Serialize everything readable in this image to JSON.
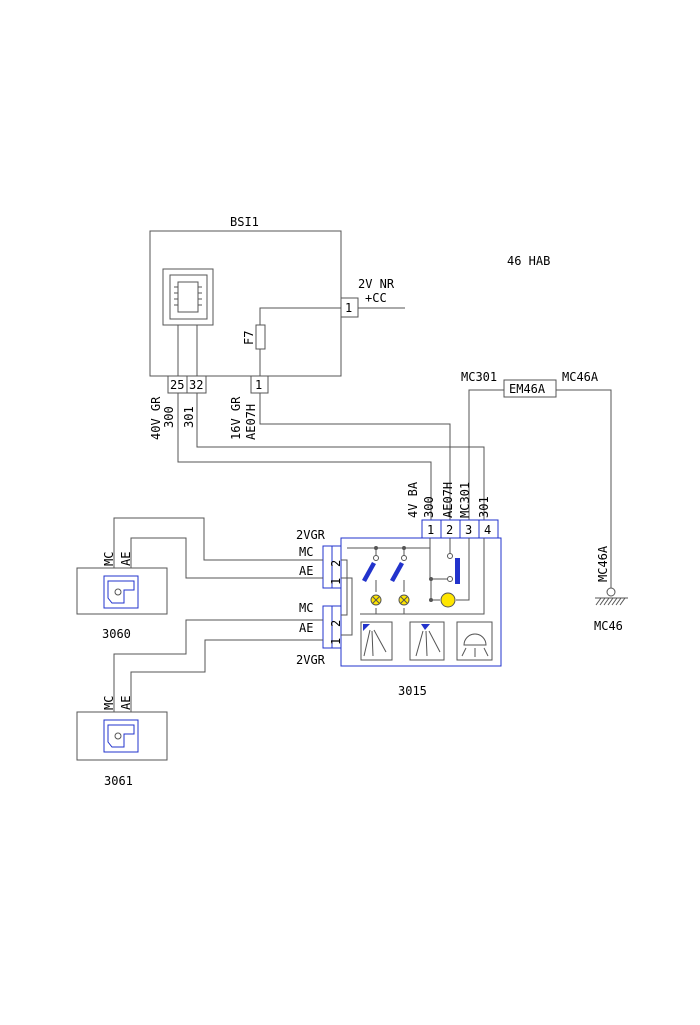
{
  "diagram": {
    "zone_label": "46 HAB",
    "bsi": {
      "name": "BSI1",
      "power_wire": "2V NR",
      "power_label": "+CC",
      "power_pin": "1",
      "fuse": "F7",
      "fuse_pin": "1",
      "conn_pin_a": "25",
      "conn_pin_b": "32",
      "conn_main": "40V GR",
      "wire_300": "300",
      "wire_301": "301",
      "conn_fuse": "16V GR",
      "wire_ae07h": "AE07H"
    },
    "ground_chain": {
      "wire_a": "MC301",
      "connector": "EM46A",
      "wire_b": "MC46A",
      "wire_c": "MC46A",
      "ground": "MC46"
    },
    "switch_3015": {
      "id": "3015",
      "conn_top": "4V BA",
      "pins": [
        "1",
        "2",
        "3",
        "4"
      ],
      "pin_wires": [
        "300",
        "AE07H",
        "MC301",
        "301"
      ],
      "left_conn_top": "2VGR",
      "left_conn_bottom": "2VGR",
      "left_pins_top": [
        "2",
        "1"
      ],
      "left_pins_bottom": [
        "2",
        "1"
      ],
      "left_labels_top": [
        "MC",
        "AE"
      ],
      "left_labels_bottom": [
        "MC",
        "AE"
      ]
    },
    "lamp_3060": {
      "id": "3060",
      "wire_mc": "MC",
      "wire_ae": "AE"
    },
    "lamp_3061": {
      "id": "3061",
      "wire_mc": "MC",
      "wire_ae": "AE"
    },
    "colors": {
      "wire": "#555555",
      "component": "#2233cc",
      "lamp": "#ffe600"
    }
  }
}
